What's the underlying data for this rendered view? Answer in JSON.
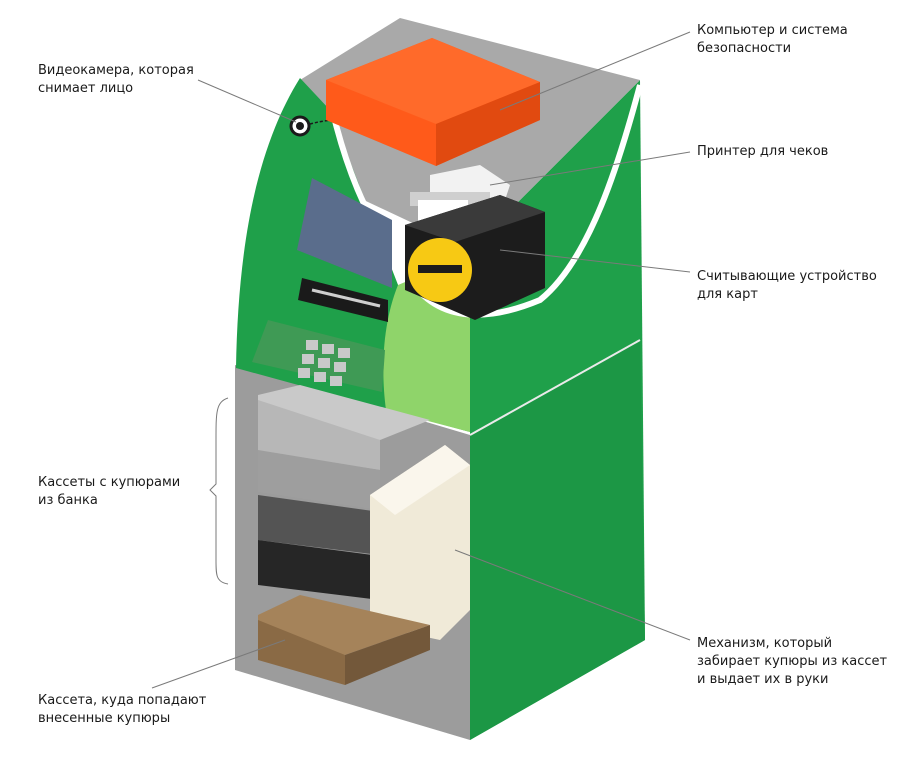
{
  "labels": {
    "camera": "Видеокамера, которая\nснимает лицо",
    "computer": "Компьютер и система\nбезопасности",
    "printer": "Принтер для чеков",
    "card_reader": "Считывающие устройство\nдля карт",
    "cassettes": "Кассеты с купюрами\nиз банка",
    "mechanism": "Механизм, который\nзабирает купюры из кассет\nи выдает их в руки",
    "deposit": "Кассета, куда попадают\nвнесенные купюры"
  },
  "colors": {
    "green": "#1fa04a",
    "green_dark": "#178a3c",
    "green_light": "#8fd46a",
    "orange": "#ff5a1a",
    "gray_body": "#a6a6a6",
    "yellow": "#f7c914",
    "cream": "#f0ead8",
    "brown": "#8a6a45",
    "screen": "#5a6d8c"
  }
}
